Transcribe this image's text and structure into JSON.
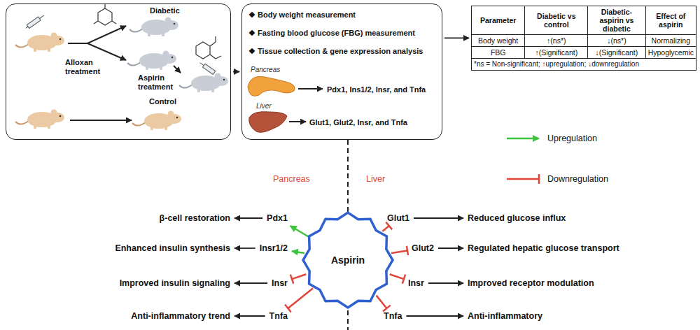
{
  "diagram": {
    "nodes": [
      {
        "text": [
          "Diabetic",
          "Alloxan treatment",
          "Aspirin treatment",
          "Control"
        ]
      },
      {
        "text": [
          "❖ Body weight measurement",
          "❖ Fasting blood glucose (FBG) measurement",
          "❖ Tissue collection & gene expression analysis",
          "Pancreas",
          "Pdx1, Ins1/2, Insr, and Tnfa",
          "Liver",
          "Glut1, Glut2, Insr, and Tnfa"
        ]
      },
      {
        "text": [
          "Parameter",
          "Diabetic vs control",
          "Diabetic-aspirin vs diabetic",
          "Effect of aspirin",
          "Body weight",
          "↑(ns*)",
          "↓(ns*)",
          "Normalizing",
          "FBG",
          "↑(Significant)",
          "↓(Significant)",
          "Hypoglycemic",
          "*ns = Non-significant; ↑upregulation; ↓downregulation"
        ]
      },
      {
        "text": [
          "Aspirin"
        ]
      },
      {
        "text": [
          "β-cell restoration"
        ]
      },
      {
        "text": [
          "Pdx1"
        ]
      },
      {
        "text": [
          "Glut1"
        ]
      },
      {
        "text": [
          "Reduced glucose influx"
        ]
      },
      {
        "text": [
          "Enhanced insulin synthesis"
        ]
      },
      {
        "text": [
          "Insr1/2"
        ]
      },
      {
        "text": [
          "Glut2"
        ]
      },
      {
        "text": [
          "Regulated hepatic glucose transport"
        ]
      },
      {
        "text": [
          "Improved insulin signaling"
        ]
      },
      {
        "text": [
          "Insr"
        ]
      },
      {
        "text": [
          "Insr"
        ]
      },
      {
        "text": [
          "Improved receptor modulation"
        ]
      },
      {
        "text": [
          "Anti-inflammatory trend"
        ]
      },
      {
        "text": [
          "Tnfa"
        ]
      },
      {
        "text": [
          "Tnfa"
        ]
      },
      {
        "text": [
          "Anti-inflammatory"
        ]
      }
    ],
    "edges": [
      {
        "from": 0,
        "to": 1,
        "arrow": "to"
      },
      {
        "from": 1,
        "to": 2,
        "arrow": "to"
      },
      {
        "from": 1,
        "to": 3,
        "arrow": "none"
      },
      {
        "from": 3,
        "to": 5,
        "arrow": "to"
      },
      {
        "from": 3,
        "to": 9,
        "arrow": "to"
      },
      {
        "from": 3,
        "to": 13,
        "arrow": "to"
      },
      {
        "from": 3,
        "to": 17,
        "arrow": "to"
      },
      {
        "from": 3,
        "to": 6,
        "arrow": "to"
      },
      {
        "from": 3,
        "to": 10,
        "arrow": "to"
      },
      {
        "from": 3,
        "to": 14,
        "arrow": "to"
      },
      {
        "from": 3,
        "to": 18,
        "arrow": "to"
      },
      {
        "from": 5,
        "to": 4,
        "arrow": "to"
      },
      {
        "from": 9,
        "to": 8,
        "arrow": "to"
      },
      {
        "from": 13,
        "to": 12,
        "arrow": "to"
      },
      {
        "from": 17,
        "to": 16,
        "arrow": "to"
      },
      {
        "from": 6,
        "to": 7,
        "arrow": "to"
      },
      {
        "from": 10,
        "to": 11,
        "arrow": "to"
      },
      {
        "from": 14,
        "to": 15,
        "arrow": "to"
      },
      {
        "from": 18,
        "to": 19,
        "arrow": "to"
      }
    ],
    "labels": [
      "Pancreas",
      "Liver"
    ],
    "legend": [
      {
        "text": "Upregulation"
      },
      {
        "text": "Downregulation"
      }
    ]
  }
}
